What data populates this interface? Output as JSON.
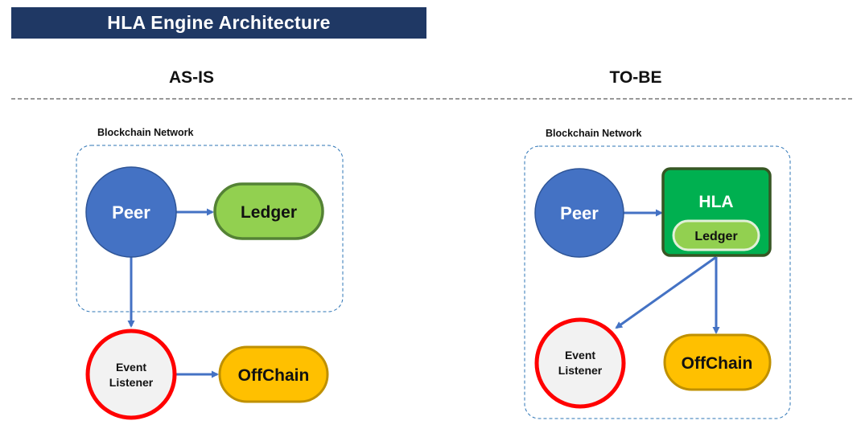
{
  "title": "HLA Engine Architecture",
  "sections": {
    "as_is": "AS-IS",
    "to_be": "TO-BE"
  },
  "as_is": {
    "network_label": "Blockchain Network",
    "peer": "Peer",
    "ledger": "Ledger",
    "event_listener": [
      "Event",
      "Listener"
    ],
    "offchain": "OffChain"
  },
  "to_be": {
    "network_label": "Blockchain Network",
    "peer": "Peer",
    "hla": "HLA",
    "ledger": "Ledger",
    "event_listener": [
      "Event",
      "Listener"
    ],
    "offchain": "OffChain"
  },
  "colors": {
    "banner": "#1f3864",
    "peer_fill": "#4472c4",
    "peer_stroke": "#2f5597",
    "ledger_fill": "#92d050",
    "ledger_stroke": "#548235",
    "hla_fill": "#00b050",
    "hla_stroke": "#375623",
    "offchain_fill": "#ffc000",
    "offchain_stroke": "#bf9000",
    "listener_fill": "#f2f2f2",
    "listener_stroke": "#ff0000",
    "arrow": "#4472c4",
    "network_border": "#2e75b6"
  }
}
